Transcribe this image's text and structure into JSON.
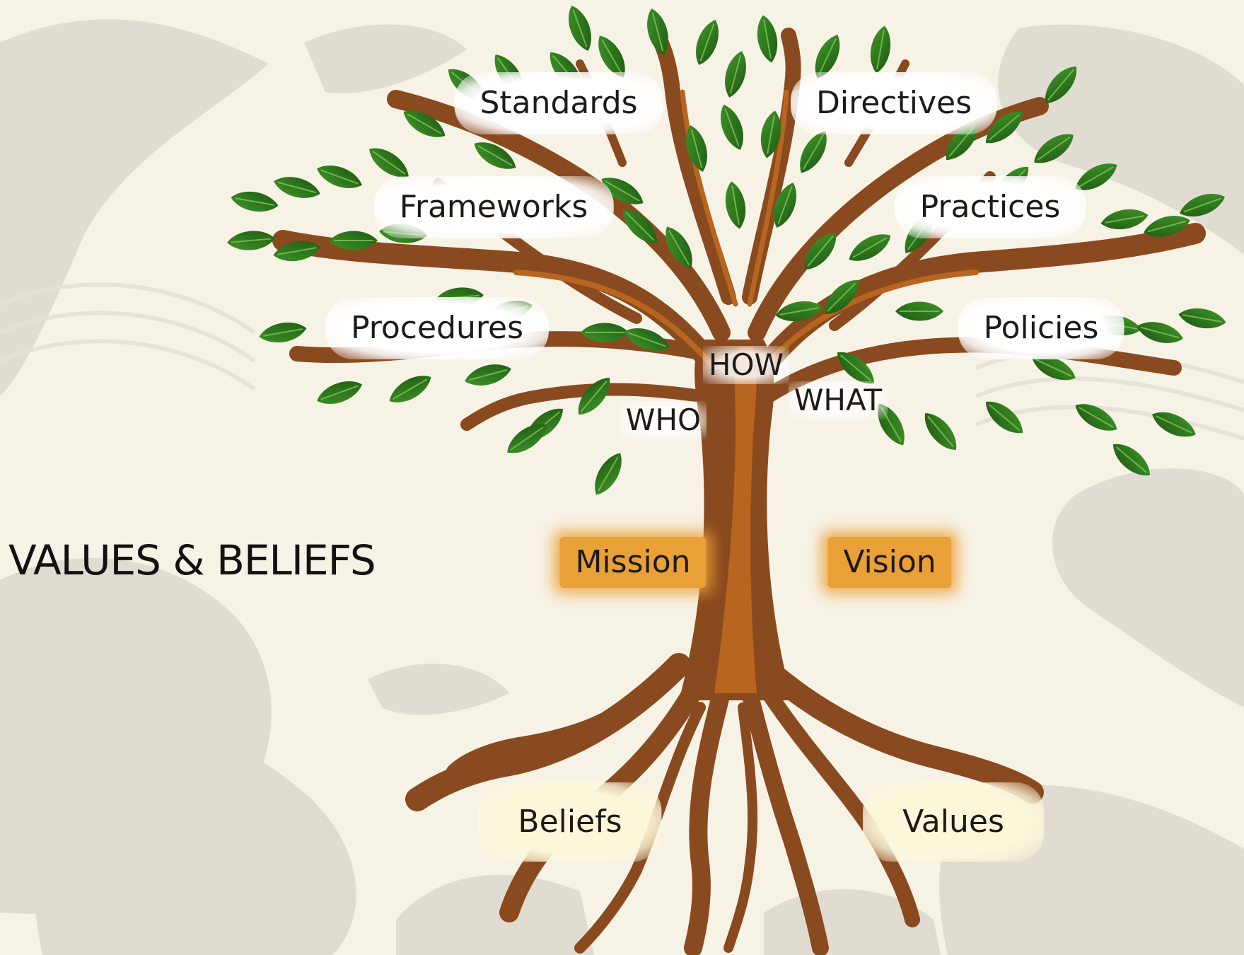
{
  "title": "VALUES & BELIEFS",
  "branches": {
    "standards": "Standards",
    "directives": "Directives",
    "frameworks": "Frameworks",
    "practices": "Practices",
    "procedures": "Procedures",
    "policies": "Policies"
  },
  "questions": {
    "how": "HOW",
    "who": "WHO",
    "what": "WHAT"
  },
  "trunk": {
    "mission": "Mission",
    "vision": "Vision"
  },
  "roots": {
    "beliefs": "Beliefs",
    "values": "Values"
  },
  "colors": {
    "background": "#f7f2e6",
    "trunk_brown": "#8a4a1f",
    "trunk_orange": "#b8651f",
    "leaf_green": "#2f7d1e",
    "leaf_dark": "#1f5a12",
    "trunk_label_orange": "#e9a037",
    "root_label_cream": "#fcf7da"
  }
}
